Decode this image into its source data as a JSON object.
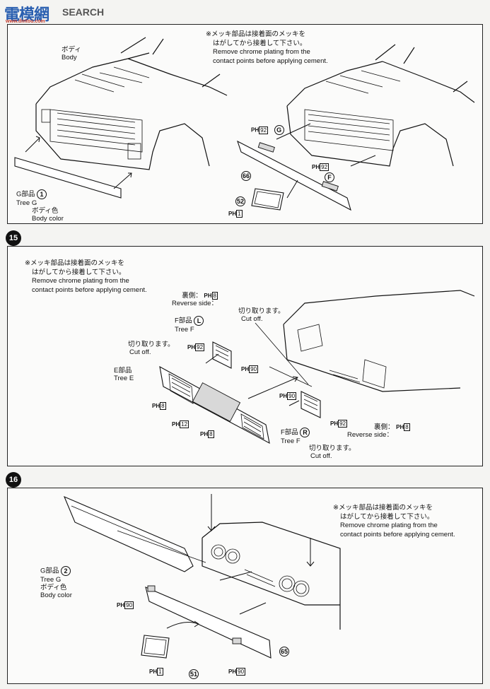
{
  "watermark": {
    "brand": "電模網",
    "search": "SEARCH",
    "url": "www.dmtou.com"
  },
  "steps": {
    "s15": "15",
    "s16": "16"
  },
  "panel14": {
    "note": [
      "※メッキ部品は接着面のメッキを",
      "はがしてから接着して下さい。",
      "Remove chrome plating from the",
      "contact points before applying cement."
    ],
    "body_jp": "ボディ",
    "body_en": "Body",
    "tree_g_jp": "G部品",
    "tree_g_en": "Tree G",
    "part_1": "1",
    "body_color_jp": "ボディ色",
    "body_color_en": "Body color",
    "ph": "PH",
    "ph92a": "92",
    "circ_g": "G",
    "ph92b": "92",
    "circ_f": "F",
    "p66": "66",
    "p52": "52",
    "ph1": "1"
  },
  "panel15": {
    "note": [
      "※メッキ部品は接着面のメッキを",
      "はがしてから接着して下さい。",
      "Remove chrome plating from the",
      "contact points before applying cement."
    ],
    "rev_jp": "裏側：",
    "rev_en": "Reverse side：",
    "ph8a": "8",
    "cutoff_jp": "切り取ります。",
    "cutoff_en": "Cut off.",
    "tree_f_jp": "F部品",
    "tree_f_en": "Tree F",
    "circ_l": "L",
    "ph92a": "92",
    "ph90a": "90",
    "tree_e_jp": "E部品",
    "tree_e_en": "Tree E",
    "ph8b": "8",
    "ph12": "12",
    "ph8c": "8",
    "ph90b": "90",
    "ph92b": "92",
    "ph8d": "8",
    "circ_r": "R"
  },
  "panel16": {
    "note": [
      "※メッキ部品は接着面のメッキを",
      "はがしてから接着して下さい。",
      "Remove chrome plating from the",
      "contact points before applying cement."
    ],
    "tree_g_jp": "G部品",
    "tree_g_en": "Tree G",
    "part_2": "2",
    "body_color_jp": "ボディ色",
    "body_color_en": "Body color",
    "ph90a": "90",
    "p65": "65",
    "ph1": "1",
    "p51": "51",
    "ph90b": "90"
  }
}
